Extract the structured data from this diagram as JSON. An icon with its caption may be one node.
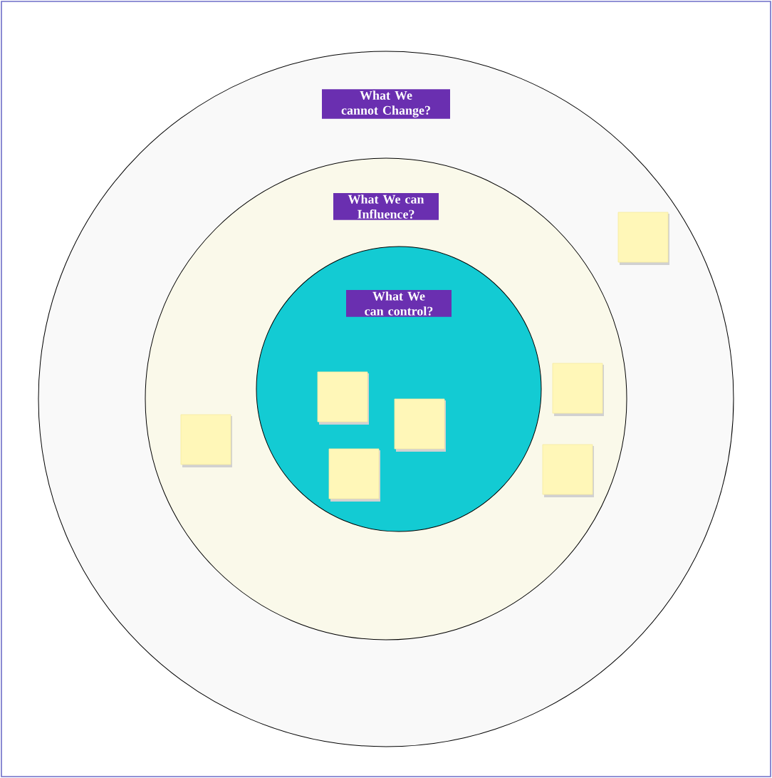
{
  "diagram": {
    "nodes": [
      {
        "text": [
          "What We cannot Change?"
        ]
      },
      {
        "text": [
          "What We can Influence?"
        ],
        "in": 0
      },
      {
        "text": [
          "What We can control?"
        ],
        "in": 1
      },
      {
        "text": [],
        "shape": "box",
        "in": 0
      },
      {
        "text": [],
        "shape": "box",
        "in": 1
      },
      {
        "text": [],
        "shape": "box",
        "in": 2
      },
      {
        "text": [],
        "shape": "box",
        "in": 2
      },
      {
        "text": [],
        "shape": "box",
        "in": 1
      },
      {
        "text": [],
        "shape": "box",
        "in": 1
      },
      {
        "text": [],
        "shape": "box",
        "in": 2
      }
    ]
  }
}
